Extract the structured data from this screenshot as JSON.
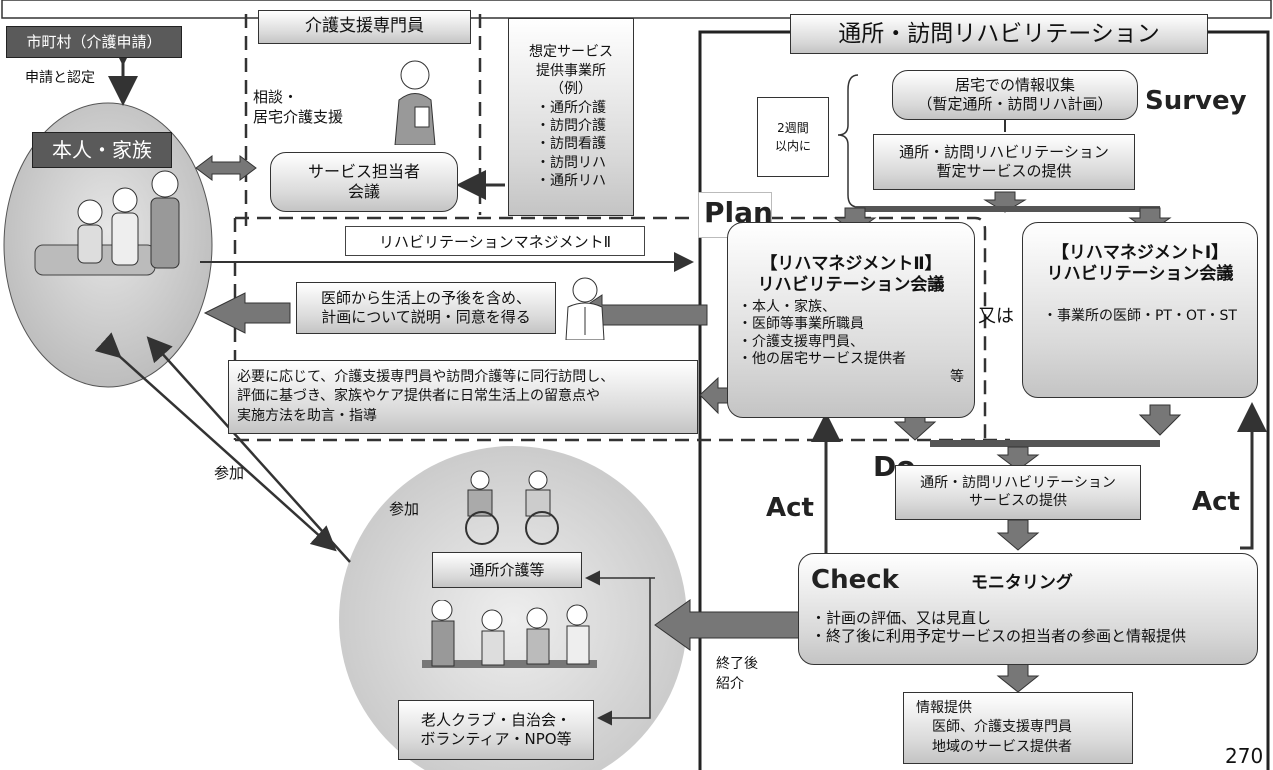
{
  "municipality": {
    "label": "市町村（介護申請）"
  },
  "application_label": "申請と認定",
  "person_family": "本人・家族",
  "care_manager": {
    "title": "介護支援専門員",
    "consult": [
      "相談・",
      "居宅介護支援"
    ]
  },
  "service_meeting": [
    "サービス担当者",
    "会議"
  ],
  "providers": {
    "lines": [
      "想定サービス",
      "提供事業所",
      "（例）",
      "・通所介護",
      "・訪問介護",
      "・訪問看護",
      "・訪問リハ",
      "・通所リハ"
    ]
  },
  "rehab_title": "通所・訪問リハビリテーション",
  "two_weeks": [
    "2週間",
    "以内に"
  ],
  "home_info": [
    "居宅での情報収集",
    "（暫定通所・訪問リハ計画）"
  ],
  "survey": "Survey",
  "provisional_service": [
    "通所・訪問リハビリテーション",
    "暫定サービスの提供"
  ],
  "plan": "Plan",
  "rehab_mgmt_2_label": "リハビリテーションマネジメントⅡ",
  "mgmt2_box": {
    "title": "【リハマネジメントⅡ】",
    "subtitle": "リハビリテーション会議",
    "items": [
      "・本人・家族、",
      "・医師等事業所職員",
      "・介護支援専門員、",
      "・他の居宅サービス提供者"
    ],
    "tail": "等"
  },
  "or_label": "又は",
  "mgmt1_box": {
    "title": "【リハマネジメントⅠ】",
    "subtitle": "リハビリテーション会議",
    "items": [
      "・事業所の医師・PT・OT・ST"
    ]
  },
  "doctor_explain": [
    "医師から生活上の予後を含め、",
    "計画について説明・同意を得る"
  ],
  "accompany": [
    "必要に応じて、介護支援専門員や訪問介護等に同行訪問し、",
    "評価に基づき、家族やケア提供者に日常生活上の留意点や",
    "実施方法を助言・指導"
  ],
  "do": "Do",
  "rehab_service": [
    "通所・訪問リハビリテーション",
    "サービスの提供"
  ],
  "act_left": "Act",
  "act_right": "Act",
  "participation_1": "参加",
  "participation_2": "参加",
  "check": "Check",
  "monitoring": "モニタリング",
  "check_items": [
    "・計画の評価、又は見直し",
    "・終了後に利用予定サービスの担当者の参画と情報提供"
  ],
  "after_end": [
    "終了後",
    "紹介"
  ],
  "day_care": "通所介護等",
  "community": [
    "老人クラブ・自治会・",
    "ボランティア・NPO等"
  ],
  "info_provision": {
    "title": "情報提供",
    "lines": [
      "医師、介護支援専門員",
      "地域のサービス提供者"
    ]
  },
  "page_number": "270",
  "colors": {
    "box_dark": "#5a5a5a",
    "box_light": "#d9d9d9",
    "arrow": "#777777",
    "circle": "#cfcfcf"
  }
}
